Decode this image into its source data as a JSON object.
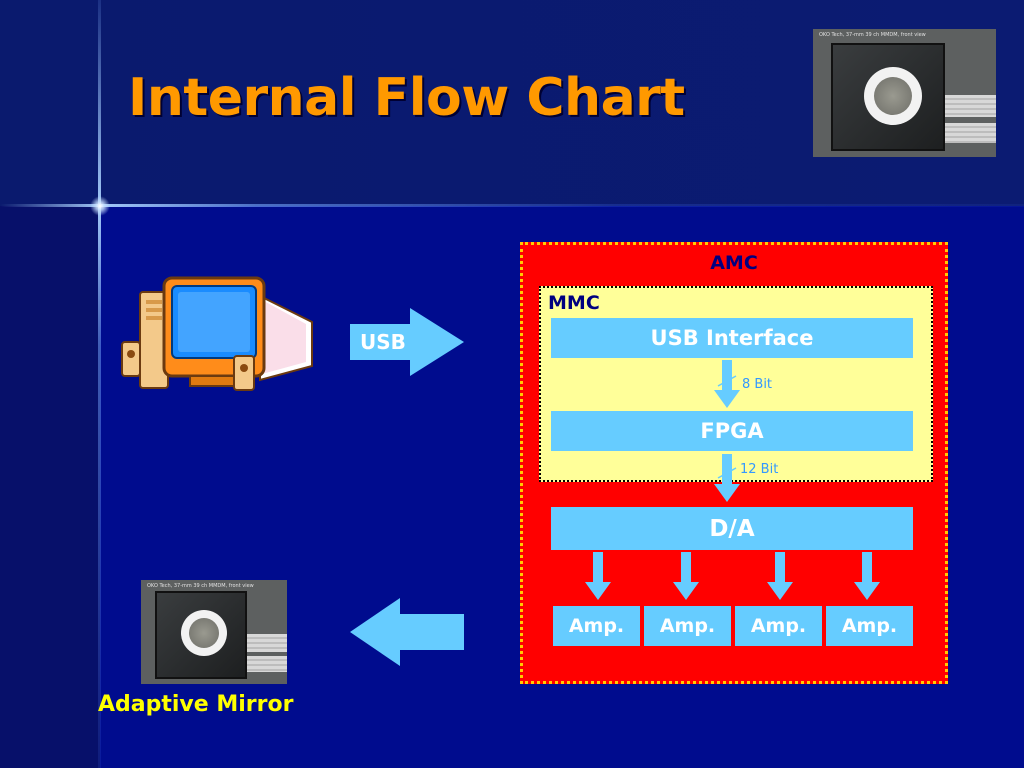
{
  "slide": {
    "title": "Internal Flow Chart",
    "photo_caption": "OKO Tech, 37-mm 39 ch MMDM, front view"
  },
  "connections": {
    "usb_label": "USB"
  },
  "amc": {
    "label": "AMC",
    "mmc": {
      "label": "MMC",
      "usb_interface": "USB Interface",
      "bus_1_label": "8 Bit",
      "fpga": "FPGA"
    },
    "bus_2_label": "12 Bit",
    "da": "D/A",
    "amps": [
      "Amp.",
      "Amp.",
      "Amp.",
      "Amp."
    ]
  },
  "mirror": {
    "label": "Adaptive Mirror"
  },
  "colors": {
    "background": "#000a80",
    "title": "#ff9900",
    "amc_fill": "#ff0000",
    "amc_border": "#ffcc00",
    "mmc_fill": "#ffff99",
    "block_fill": "#66ccff",
    "arrow_fill": "#66ccff",
    "mirror_label": "#ffff00"
  }
}
